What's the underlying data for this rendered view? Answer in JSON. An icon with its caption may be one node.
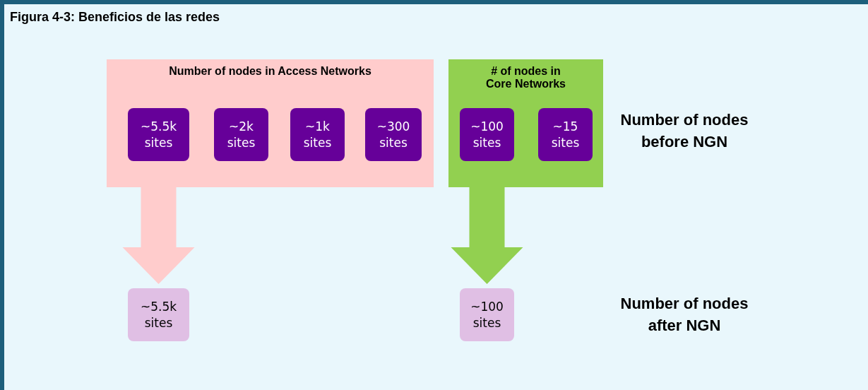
{
  "diagram": {
    "title": "Figura 4-3: Beneficios de las redes",
    "nodes": [
      {
        "text": [
          "Number of nodes in Access Networks"
        ]
      },
      {
        "text": [
          "~5.5k sites"
        ],
        "in": 0
      },
      {
        "text": [
          "~2k sites"
        ],
        "in": 0
      },
      {
        "text": [
          "~1k sites"
        ],
        "in": 0
      },
      {
        "text": [
          "~300 sites"
        ],
        "in": 0
      },
      {
        "text": [
          "# of nodes in Core Networks"
        ]
      },
      {
        "text": [
          "~100 sites"
        ],
        "in": 5
      },
      {
        "text": [
          "~15 sites"
        ],
        "in": 5
      },
      {
        "text": [
          "~5.5k sites"
        ]
      },
      {
        "text": [
          "~100 sites"
        ]
      }
    ],
    "edges": [
      {
        "from": 0,
        "to": 8,
        "arrow": "to",
        "style": "thick",
        "color": "#ffcccc"
      },
      {
        "from": 5,
        "to": 9,
        "arrow": "to",
        "style": "thick",
        "color": "#92d050"
      }
    ],
    "labels": [
      "Number of nodes before NGN",
      "Number of nodes after NGN"
    ]
  }
}
